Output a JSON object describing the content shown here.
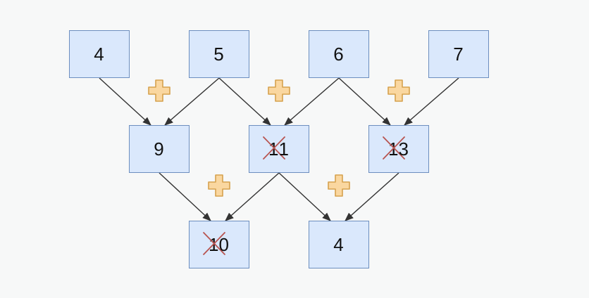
{
  "diagram": {
    "colors": {
      "node_fill": "#dae8fc",
      "node_border": "#6c8ebf",
      "arrow": "#333333",
      "plus_fill": "#fad7a0",
      "plus_stroke": "#d6a24e",
      "strike": "#b85450"
    },
    "operator_icon": "plus-icon",
    "rows": [
      {
        "nodes": [
          {
            "id": "a",
            "text": "4"
          },
          {
            "id": "b",
            "text": "5"
          },
          {
            "id": "c",
            "text": "6"
          },
          {
            "id": "d",
            "text": "7"
          }
        ]
      },
      {
        "nodes": [
          {
            "id": "ab",
            "text": "9"
          },
          {
            "id": "bc",
            "carry": "1",
            "text": "1",
            "carry_crossed_out": true
          },
          {
            "id": "cd",
            "carry": "1",
            "text": "3",
            "carry_crossed_out": true
          }
        ]
      },
      {
        "nodes": [
          {
            "id": "abc",
            "carry": "1",
            "text": "0",
            "carry_crossed_out": true
          },
          {
            "id": "bcd",
            "text": "4"
          }
        ]
      }
    ],
    "edges": [
      [
        "a",
        "ab"
      ],
      [
        "b",
        "ab"
      ],
      [
        "b",
        "bc"
      ],
      [
        "c",
        "bc"
      ],
      [
        "c",
        "cd"
      ],
      [
        "d",
        "cd"
      ],
      [
        "ab",
        "abc"
      ],
      [
        "bc",
        "abc"
      ],
      [
        "bc",
        "bcd"
      ],
      [
        "cd",
        "bcd"
      ]
    ]
  }
}
